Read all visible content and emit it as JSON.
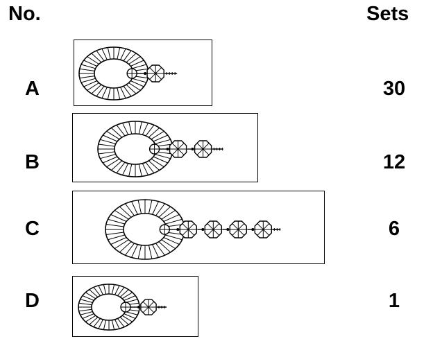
{
  "header": {
    "no_label": "No.",
    "sets_label": "Sets"
  },
  "rows": [
    {
      "id": "A",
      "sets": "30",
      "beads": 1
    },
    {
      "id": "B",
      "sets": "12",
      "beads": 2
    },
    {
      "id": "C",
      "sets": "6",
      "beads": 4
    },
    {
      "id": "D",
      "sets": "1",
      "beads": 1
    }
  ]
}
